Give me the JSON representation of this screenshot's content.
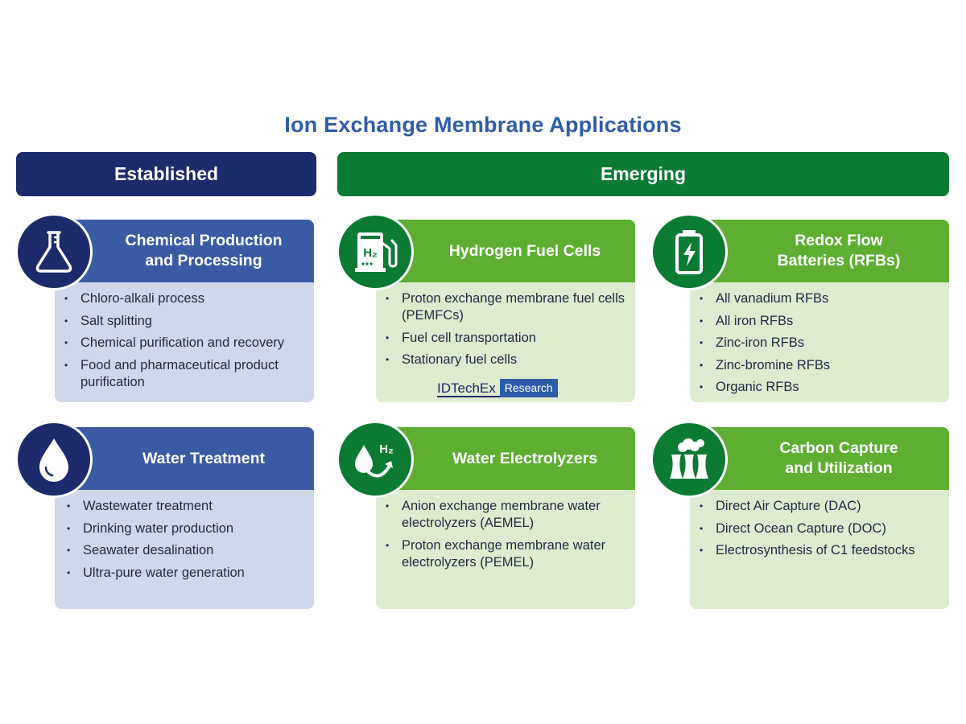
{
  "title": "Ion Exchange Membrane Applications",
  "banners": {
    "established": "Established",
    "emerging": "Emerging"
  },
  "cards": {
    "chemical": {
      "title_line1": "Chemical Production",
      "title_line2": "and Processing",
      "icon": "flask-icon",
      "items": [
        "Chloro-alkali process",
        "Salt splitting",
        "Chemical purification and recovery",
        "Food and pharmaceutical product purification"
      ]
    },
    "hydrogen": {
      "title_line1": "Hydrogen Fuel Cells",
      "icon": "hydrogen-pump-icon",
      "icon_label": "H₂",
      "items": [
        "Proton exchange membrane fuel cells (PEMFCs)",
        "Fuel cell transportation",
        "Stationary fuel cells"
      ]
    },
    "redox": {
      "title_line1": "Redox Flow",
      "title_line2": "Batteries (RFBs)",
      "icon": "battery-icon",
      "items": [
        "All vanadium RFBs",
        "All iron RFBs",
        "Zinc-iron RFBs",
        "Zinc-bromine RFBs",
        "Organic RFBs"
      ]
    },
    "water": {
      "title_line1": "Water Treatment",
      "icon": "water-drop-icon",
      "items": [
        "Wastewater treatment",
        "Drinking water production",
        "Seawater desalination",
        "Ultra-pure water generation"
      ]
    },
    "electrolyzers": {
      "title_line1": "Water Electrolyzers",
      "icon": "water-to-hydrogen-icon",
      "icon_label": "H₂",
      "items": [
        "Anion exchange membrane water electrolyzers (AEMEL)",
        "Proton exchange membrane water electrolyzers (PEMEL)"
      ]
    },
    "carbon": {
      "title_line1": "Carbon Capture",
      "title_line2": "and Utilization",
      "icon": "cooling-towers-icon",
      "items": [
        "Direct Air Capture (DAC)",
        "Direct Ocean Capture (DOC)",
        "Electrosynthesis of C1 feedstocks"
      ]
    }
  },
  "logo": {
    "brand": "IDTechEx",
    "tag": "Research"
  },
  "colors": {
    "navy": "#1b2b6b",
    "dark_green": "#0b7a33",
    "blue_header": "#3a5ba3",
    "blue_body": "#cfd8e8",
    "green_header": "#5dae31",
    "green_body": "#ddeccf",
    "title_blue": "#2f5ca8"
  }
}
